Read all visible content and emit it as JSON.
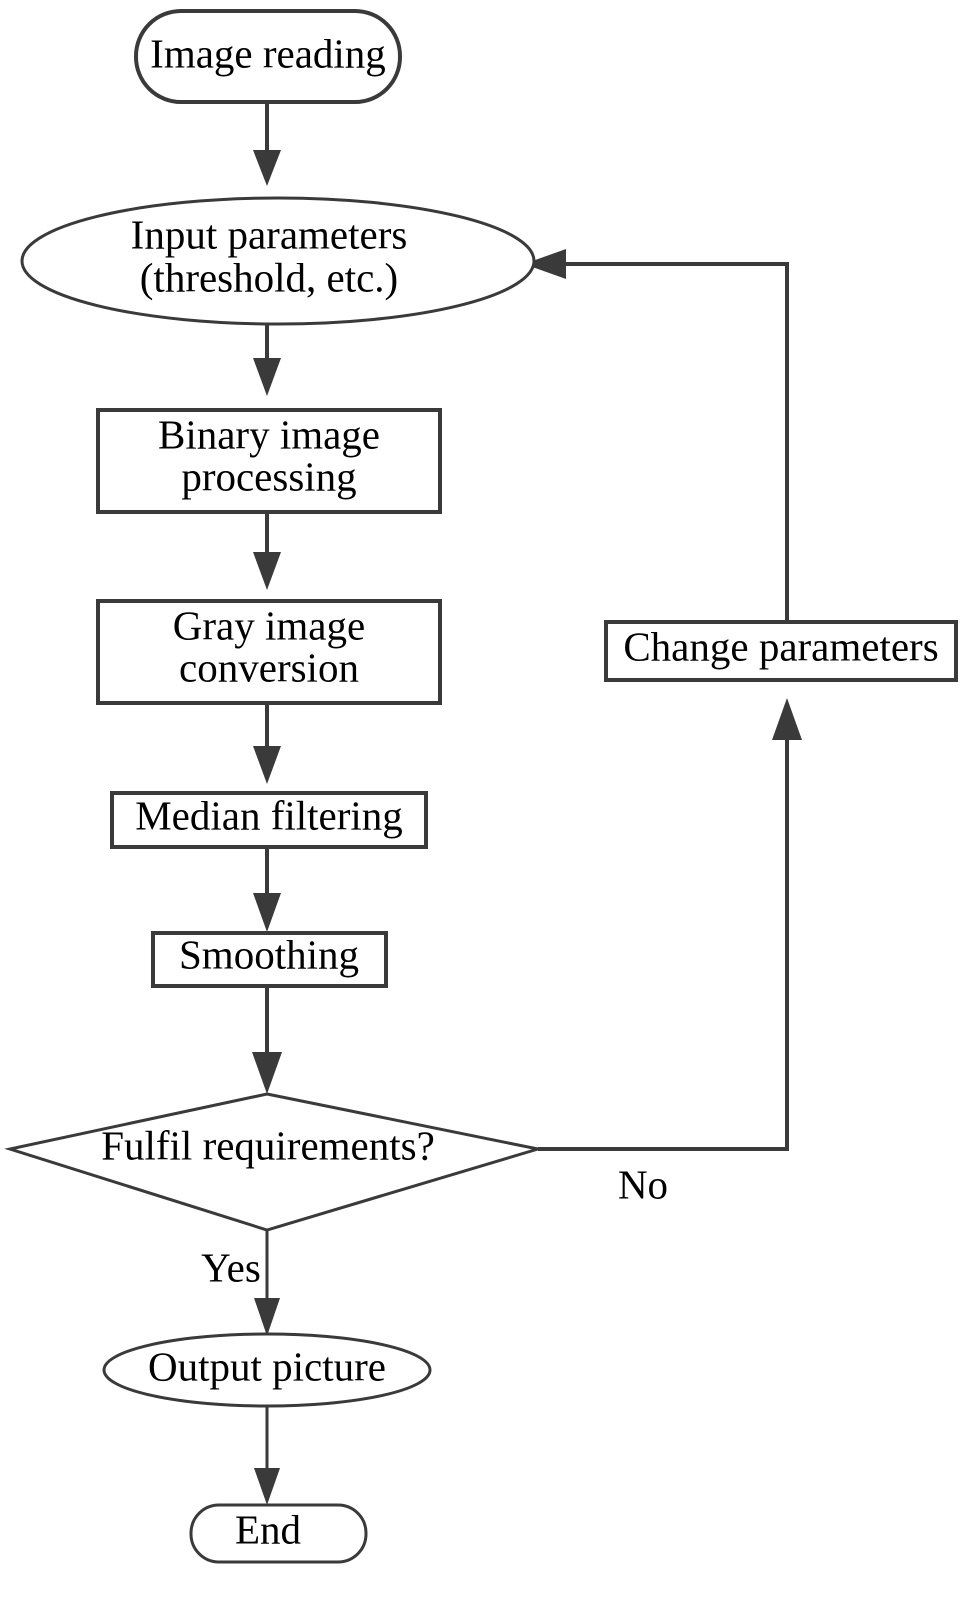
{
  "diagram": {
    "title": "Image processing workflow flowchart",
    "type": "flowchart",
    "orientation": "top-to-bottom",
    "stroke_color": "#3a3a3a",
    "fill_color": "#ffffff",
    "text_color": "#000000"
  },
  "nodes": {
    "start": {
      "label": "Image reading",
      "shape": "stadium"
    },
    "input_params": {
      "label_line1": "Input parameters",
      "label_line2": "(threshold, etc.)",
      "shape": "ellipse"
    },
    "binary": {
      "label_line1": "Binary image",
      "label_line2": "processing",
      "shape": "rectangle"
    },
    "gray": {
      "label_line1": "Gray image",
      "label_line2": "conversion",
      "shape": "rectangle"
    },
    "median": {
      "label": "Median filtering",
      "shape": "rectangle"
    },
    "smoothing": {
      "label": "Smoothing",
      "shape": "rectangle"
    },
    "decision": {
      "label": "Fulfil requirements?",
      "shape": "diamond"
    },
    "change_params": {
      "label": "Change parameters",
      "shape": "rectangle"
    },
    "output": {
      "label": "Output picture",
      "shape": "ellipse"
    },
    "end": {
      "label": "End",
      "shape": "stadium"
    }
  },
  "edge_labels": {
    "no": "No",
    "yes": "Yes"
  }
}
